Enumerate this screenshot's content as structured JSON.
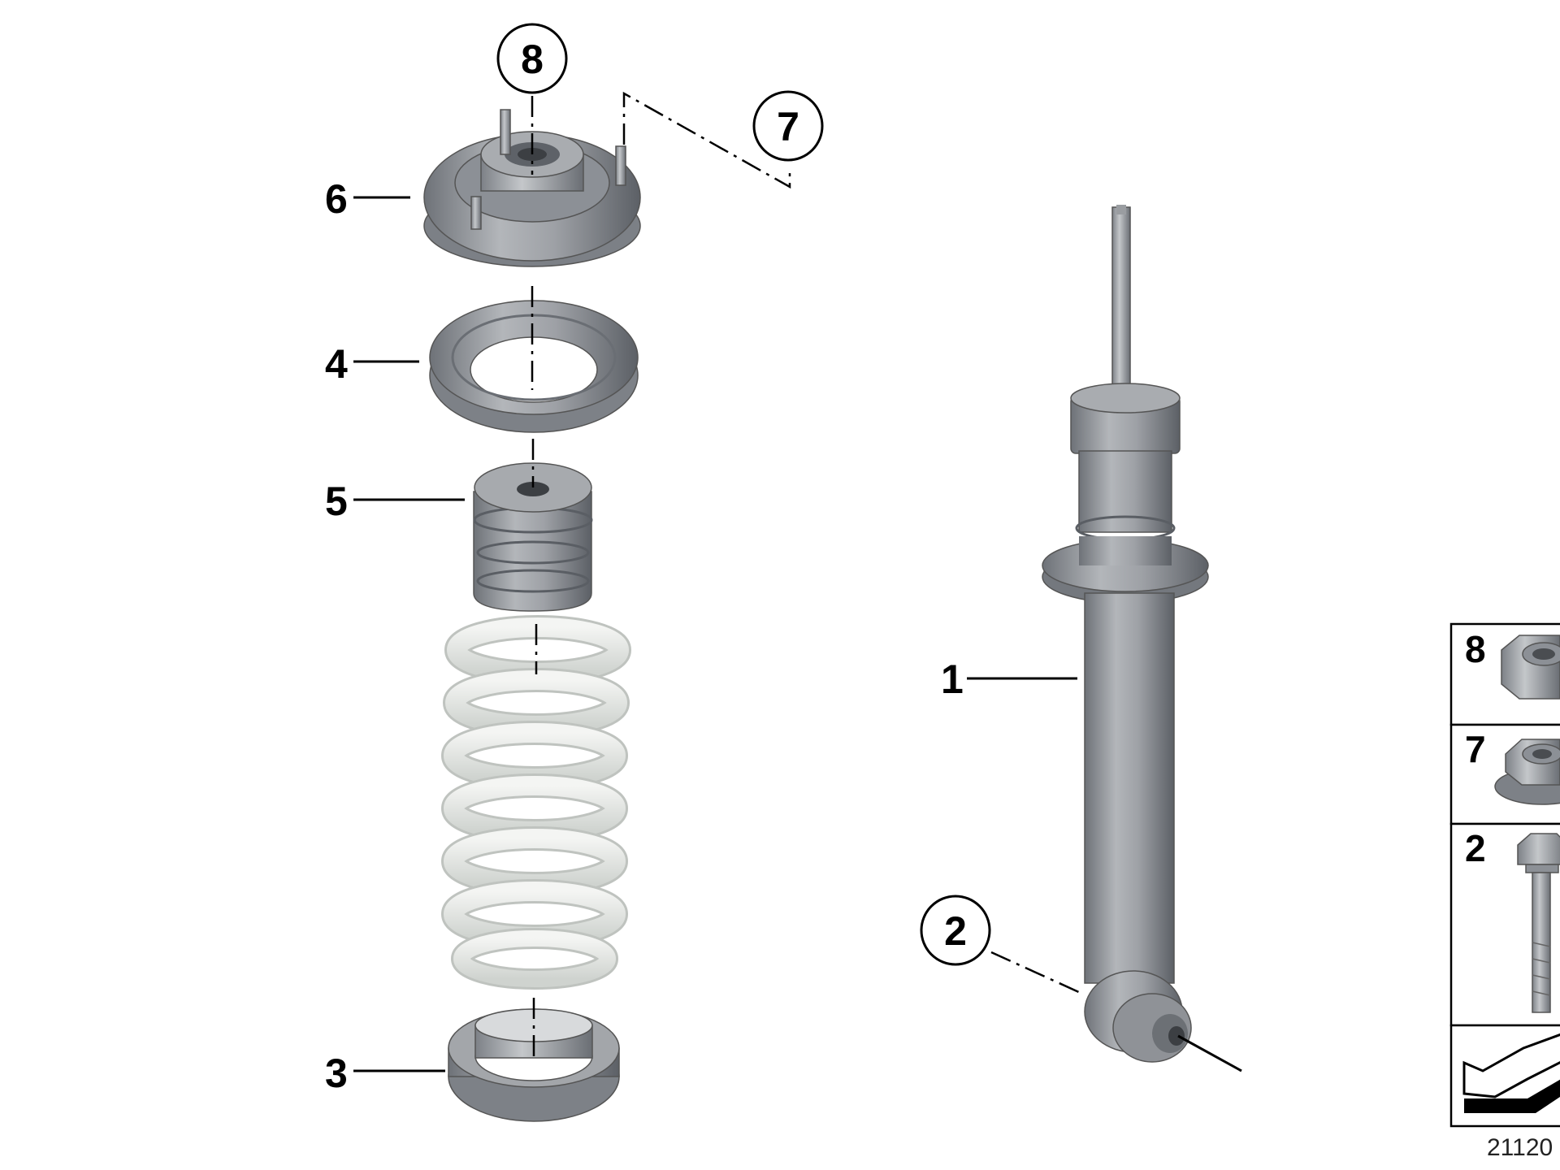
{
  "labels": {
    "part_1": "1",
    "part_2": "2",
    "part_3": "3",
    "part_4": "4",
    "part_5": "5",
    "part_6": "6",
    "part_7": "7",
    "part_8": "8"
  },
  "legend": {
    "rows": [
      {
        "label": "8",
        "icon": "hex-nut-icon"
      },
      {
        "label": "7",
        "icon": "flange-nut-icon"
      },
      {
        "label": "2",
        "icon": "hex-bolt-icon"
      }
    ],
    "bottom_icon": "direction-arrow-icon"
  },
  "drawing_number": "21120"
}
